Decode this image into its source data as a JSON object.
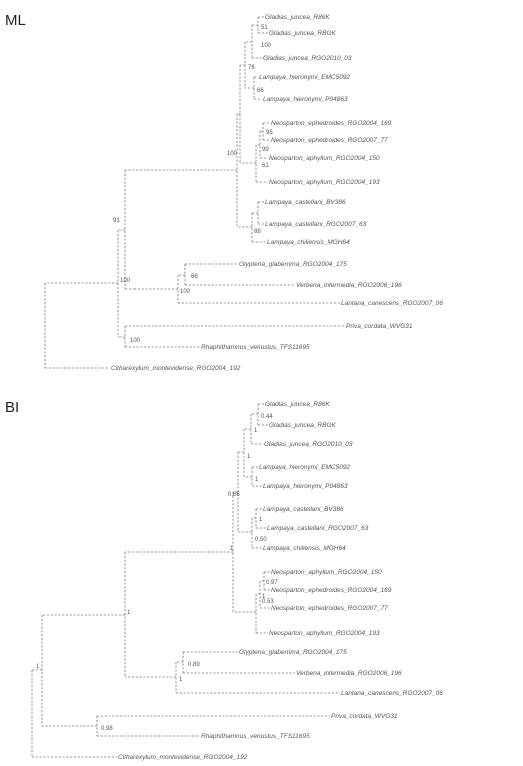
{
  "panels": [
    {
      "label": "ML",
      "taxa": [
        "Gladias_juncea_R86K",
        "Gladias_juncea_RBGK",
        "Gladias_juncea_RGO2010_03",
        "Lampaya_hieronymi_EMC5092",
        "Lampaya_hieronymi_P04863",
        "Neosparton_ephedroides_RGO2004_169",
        "Neosparton_ephedroides_RGO2007_77",
        "Neosparton_aphyllum_RGO2004_150",
        "Neosparton_aphyllum_RGO2004_193",
        "Lampaya_castellani_BV386",
        "Lampaya_castellani_RGO2007_63",
        "Lampaya_chiliensis_MGH64",
        "Glyptena_glaberrima_RGO2004_175",
        "Verbena_intermedia_RGO2006_196",
        "Lantana_canescens_RGO2007_06",
        "Priva_cordata_WVG31",
        "Rhaphithamnus_venustus_TFS11695",
        "Citharexylum_montevidense_RGO2004_192"
      ],
      "support": [
        "51",
        "100",
        "76",
        "66",
        "95",
        "99",
        "61",
        "100",
        "88",
        "91",
        "66",
        "100",
        "100",
        "100"
      ]
    },
    {
      "label": "BI",
      "taxa": [
        "Gladias_juncea_R86K",
        "Gladias_juncea_RBGK",
        "Gladias_juncea_RGO2010_03",
        "Lampaya_hieronymi_EMC5092",
        "Lampaya_hieronymi_P04863",
        "Lampaya_castellani_BV386",
        "Lampaya_castellani_RGO2007_63",
        "Lampaya_chiliensis_MGH64",
        "Neosparton_aphyllum_RGO2004_150",
        "Neosparton_ephedroides_RGO2004_169",
        "Neosparton_ephedroides_RGO2007_77",
        "Neosparton_aphyllum_RGO2004_193",
        "Glyptena_glaberrima_RGO2004_175",
        "Verbena_intermedia_RGO2006_196",
        "Lantana_canescens_RGO2007_06",
        "Priva_cordata_WVG31",
        "Rhaphithamnus_venustus_TFS11695",
        "Citharexylum_montevidense_RGO2004_192"
      ],
      "support": [
        "0.44",
        "1",
        "1",
        "1",
        "0.86",
        "1",
        "0.50",
        "0.97",
        "1",
        "0.53",
        "1",
        "0.89",
        "1",
        "1",
        "1",
        "0.98"
      ]
    }
  ]
}
